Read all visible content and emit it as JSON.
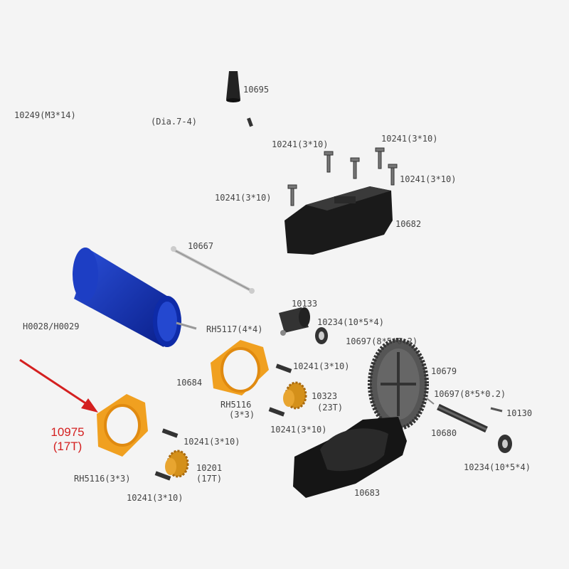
{
  "diagram": {
    "accent_color": "#d42020",
    "labels": {
      "l10695": "10695",
      "l10249": "10249(M3*14)",
      "ldia": "(Dia.7-4)",
      "l10241_top": "10241(3*10)",
      "l10241_topright": "10241(3*10)",
      "l10241_right": "10241(3*10)",
      "l10241_left": "10241(3*10)",
      "l10682": "10682",
      "l10667": "10667",
      "l10133": "10133",
      "lmotor": "H0028/H0029",
      "lrh5117": "RH5117(4*4)",
      "l10234_a": "10234(10*5*4)",
      "l10697_a": "10697(8*5*0.2)",
      "l10241_mid": "10241(3*10)",
      "l10679": "10679",
      "l10684": "10684",
      "lrh5116_a": "RH5116",
      "lrh5116_a2": "(3*3)",
      "l10323": "10323",
      "l10323b": "(23T)",
      "l10697_b": "10697(8*5*0.2)",
      "l10130": "10130",
      "l10241_mid2": "10241(3*10)",
      "l10680": "10680",
      "l10241_low": "10241(3*10)",
      "l10201": "10201",
      "l10201b": "(17T)",
      "lrh5116_b": "RH5116(3*3)",
      "l10241_bottom": "10241(3*10)",
      "l10234_b": "10234(10*5*4)",
      "l10683": "10683"
    },
    "highlight": {
      "part": "10975",
      "teeth": "(17T)"
    }
  }
}
